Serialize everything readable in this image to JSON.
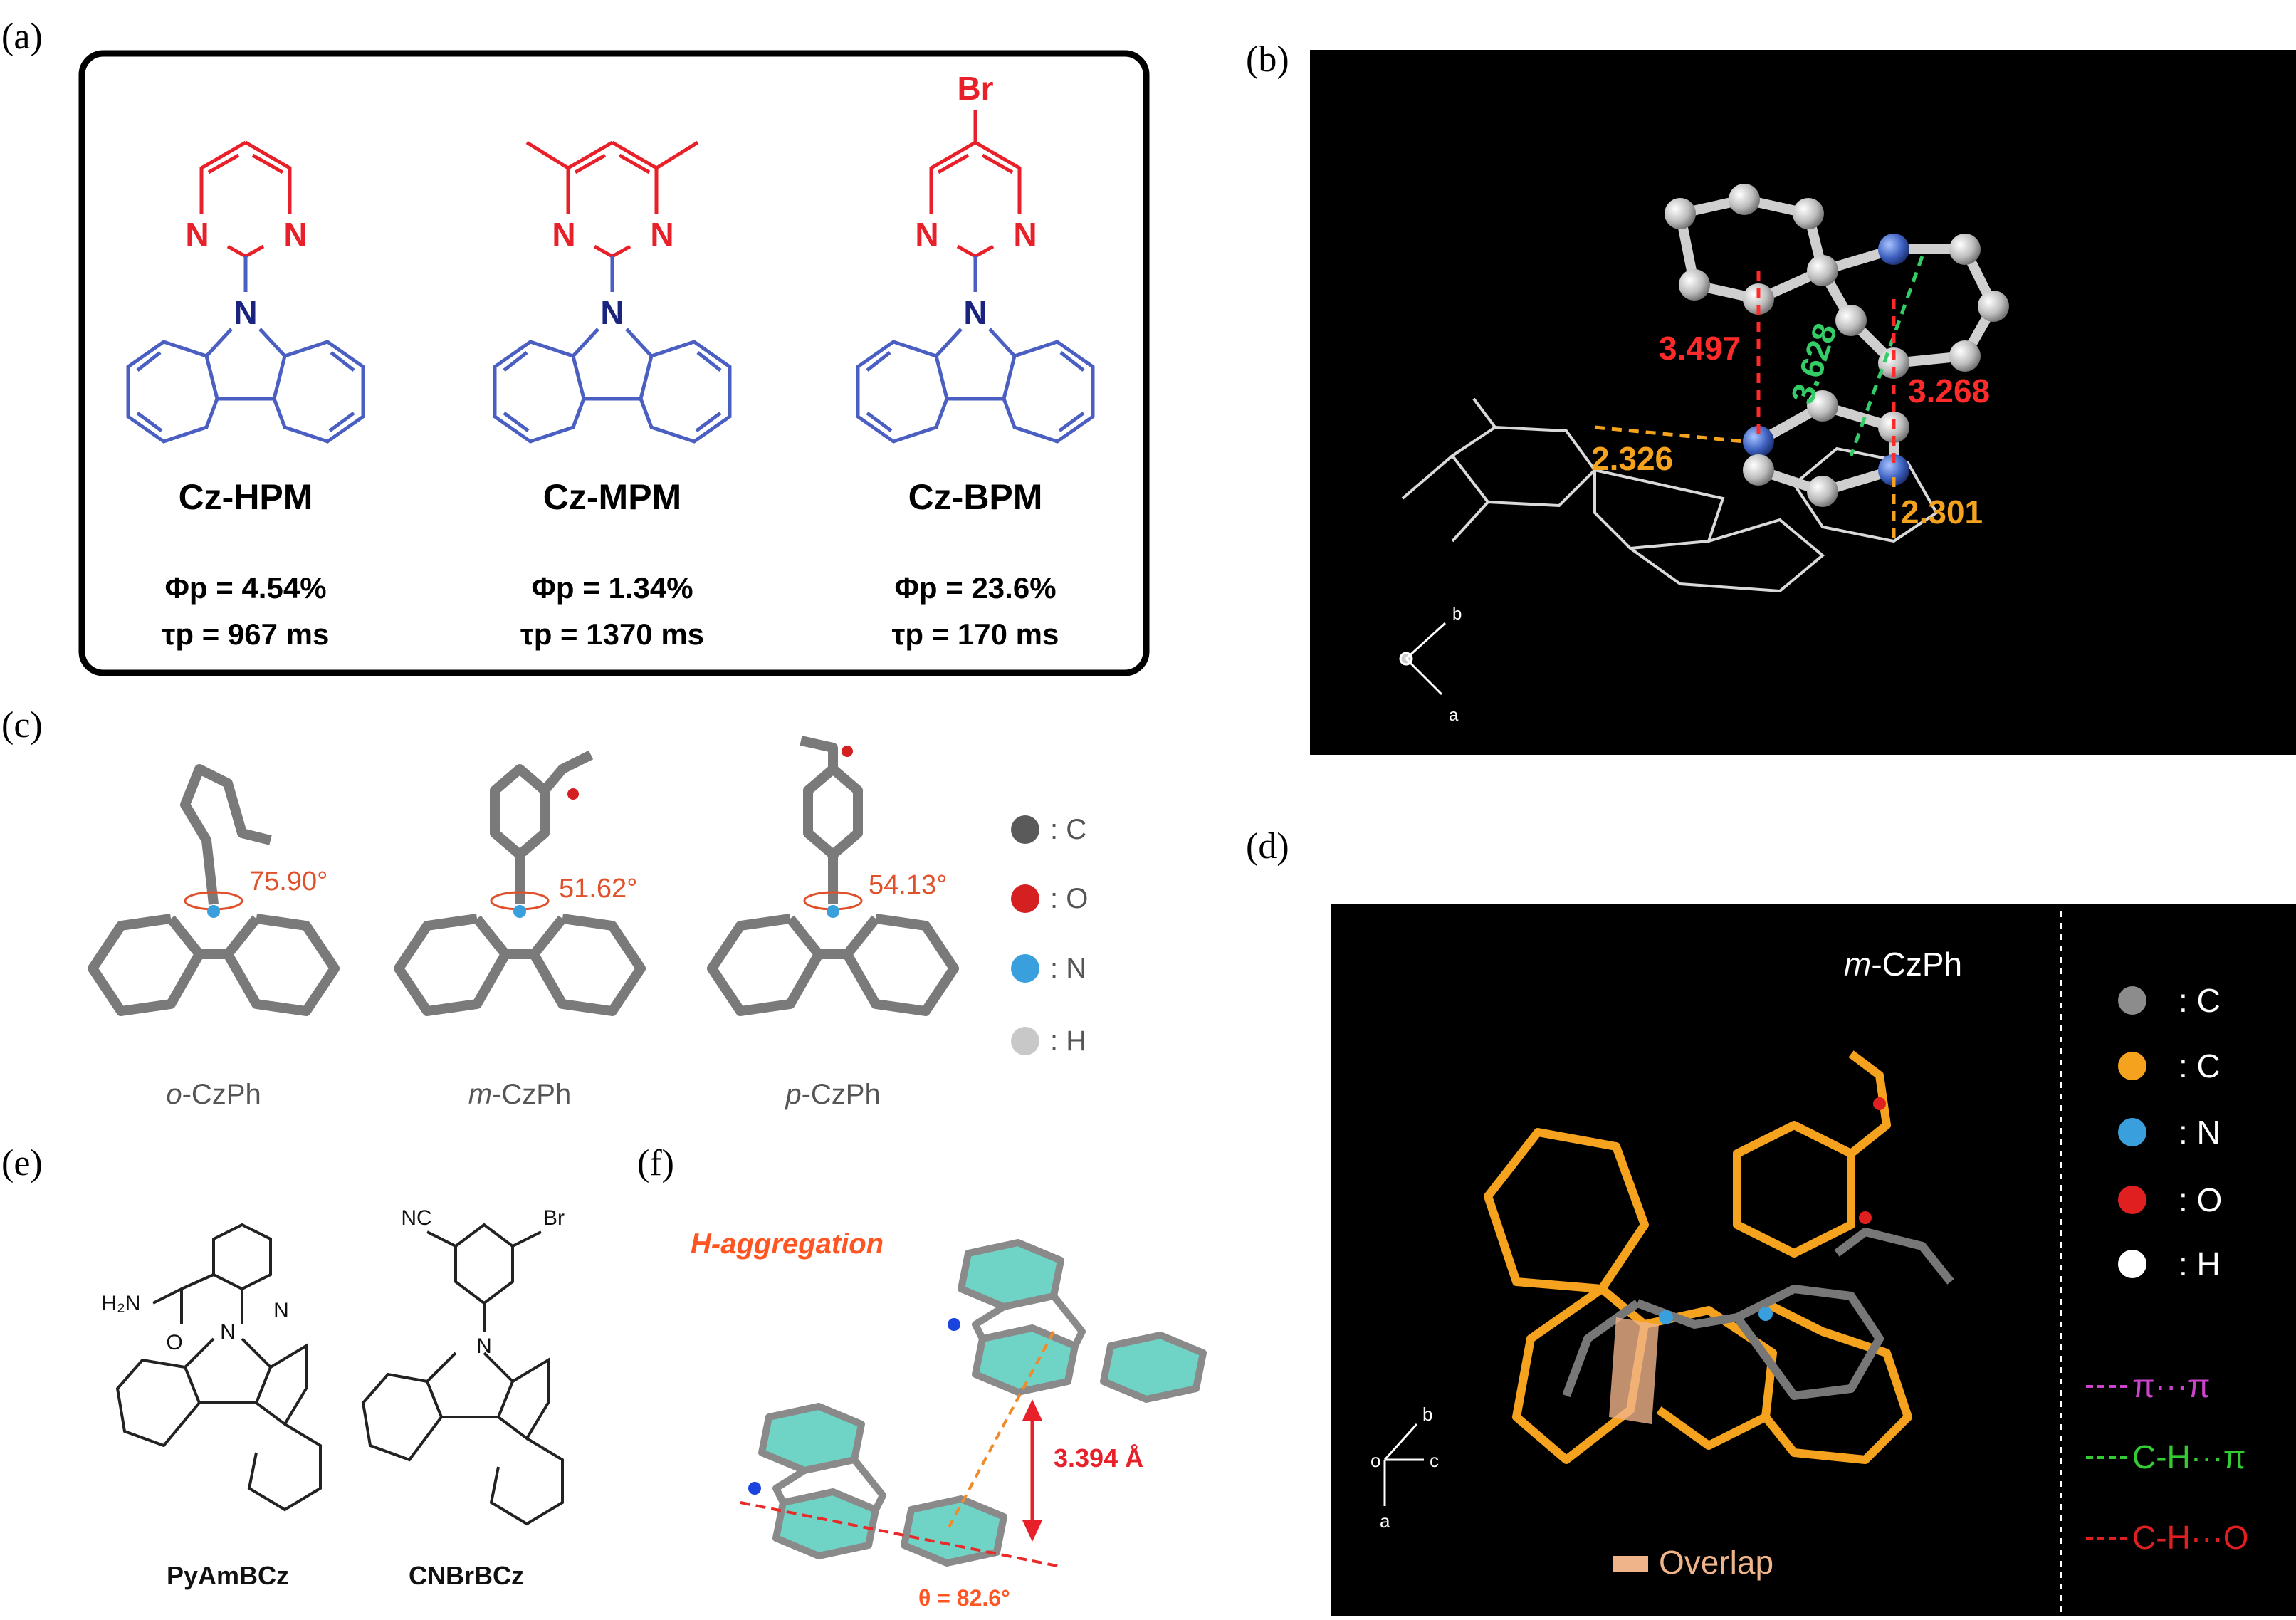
{
  "panels": {
    "a": {
      "label": "(a)",
      "compounds": [
        {
          "name": "Cz-HPM",
          "phi_p": "Φp = 4.54%",
          "tau_p": "τp = 967 ms"
        },
        {
          "name": "Cz-MPM",
          "phi_p": "Φp = 1.34%",
          "tau_p": "τp = 1370 ms"
        },
        {
          "name": "Cz-BPM",
          "phi_p": "Φp = 23.6%",
          "tau_p": "τp = 170 ms",
          "substituent": "Br"
        }
      ],
      "atom_N": "N"
    },
    "b": {
      "label": "(b)",
      "distances": [
        {
          "value": "3.497",
          "color": "#ff2a2a"
        },
        {
          "value": "3.628",
          "color": "#33cc66"
        },
        {
          "value": "3.268",
          "color": "#ff2a2a"
        },
        {
          "value": "2.326",
          "color": "#f5a21e"
        },
        {
          "value": "2.301",
          "color": "#f5a21e"
        }
      ],
      "axes": {
        "b": "b",
        "a": "a"
      }
    },
    "c": {
      "label": "(c)",
      "molecules": [
        {
          "name": "o-CzPh",
          "prefix": "o",
          "suffix": "-CzPh",
          "angle": "75.90°"
        },
        {
          "name": "m-CzPh",
          "prefix": "m",
          "suffix": "-CzPh",
          "angle": "51.62°"
        },
        {
          "name": "p-CzPh",
          "prefix": "p",
          "suffix": "-CzPh",
          "angle": "54.13°"
        }
      ],
      "legend": [
        {
          "label": ": C",
          "color": "#5a5a5a"
        },
        {
          "label": ": O",
          "color": "#d42020"
        },
        {
          "label": ": N",
          "color": "#3aa0dd"
        },
        {
          "label": ": H",
          "color": "#c8c8c8"
        }
      ]
    },
    "d": {
      "label": "(d)",
      "title_prefix": "m",
      "title_suffix": "-CzPh",
      "legend": [
        {
          "label": ": C",
          "color": "#8c8c8c"
        },
        {
          "label": ": C",
          "color": "#f5a21e"
        },
        {
          "label": ": N",
          "color": "#3aa0dd"
        },
        {
          "label": ": O",
          "color": "#e02020"
        },
        {
          "label": ": H",
          "color": "#ffffff"
        }
      ],
      "interactions": [
        {
          "label": "π···π",
          "color": "#cc44cc"
        },
        {
          "label": "C-H···π",
          "color": "#33cc33"
        },
        {
          "label": "C-H···O",
          "color": "#e02020"
        }
      ],
      "overlap_label": "Overlap",
      "axes": {
        "o": "o",
        "b": "b",
        "c": "c",
        "a": "a"
      }
    },
    "e": {
      "label": "(e)",
      "molecules": [
        {
          "name": "PyAmBCz",
          "groups": [
            "H₂N",
            "O",
            "N",
            "N"
          ]
        },
        {
          "name": "CNBrBCz",
          "groups": [
            "NC",
            "Br",
            "N"
          ]
        }
      ]
    },
    "f": {
      "label": "(f)",
      "title": "H-aggregation",
      "distance": "3.394 Å",
      "theta": "θ = 82.6°"
    }
  }
}
